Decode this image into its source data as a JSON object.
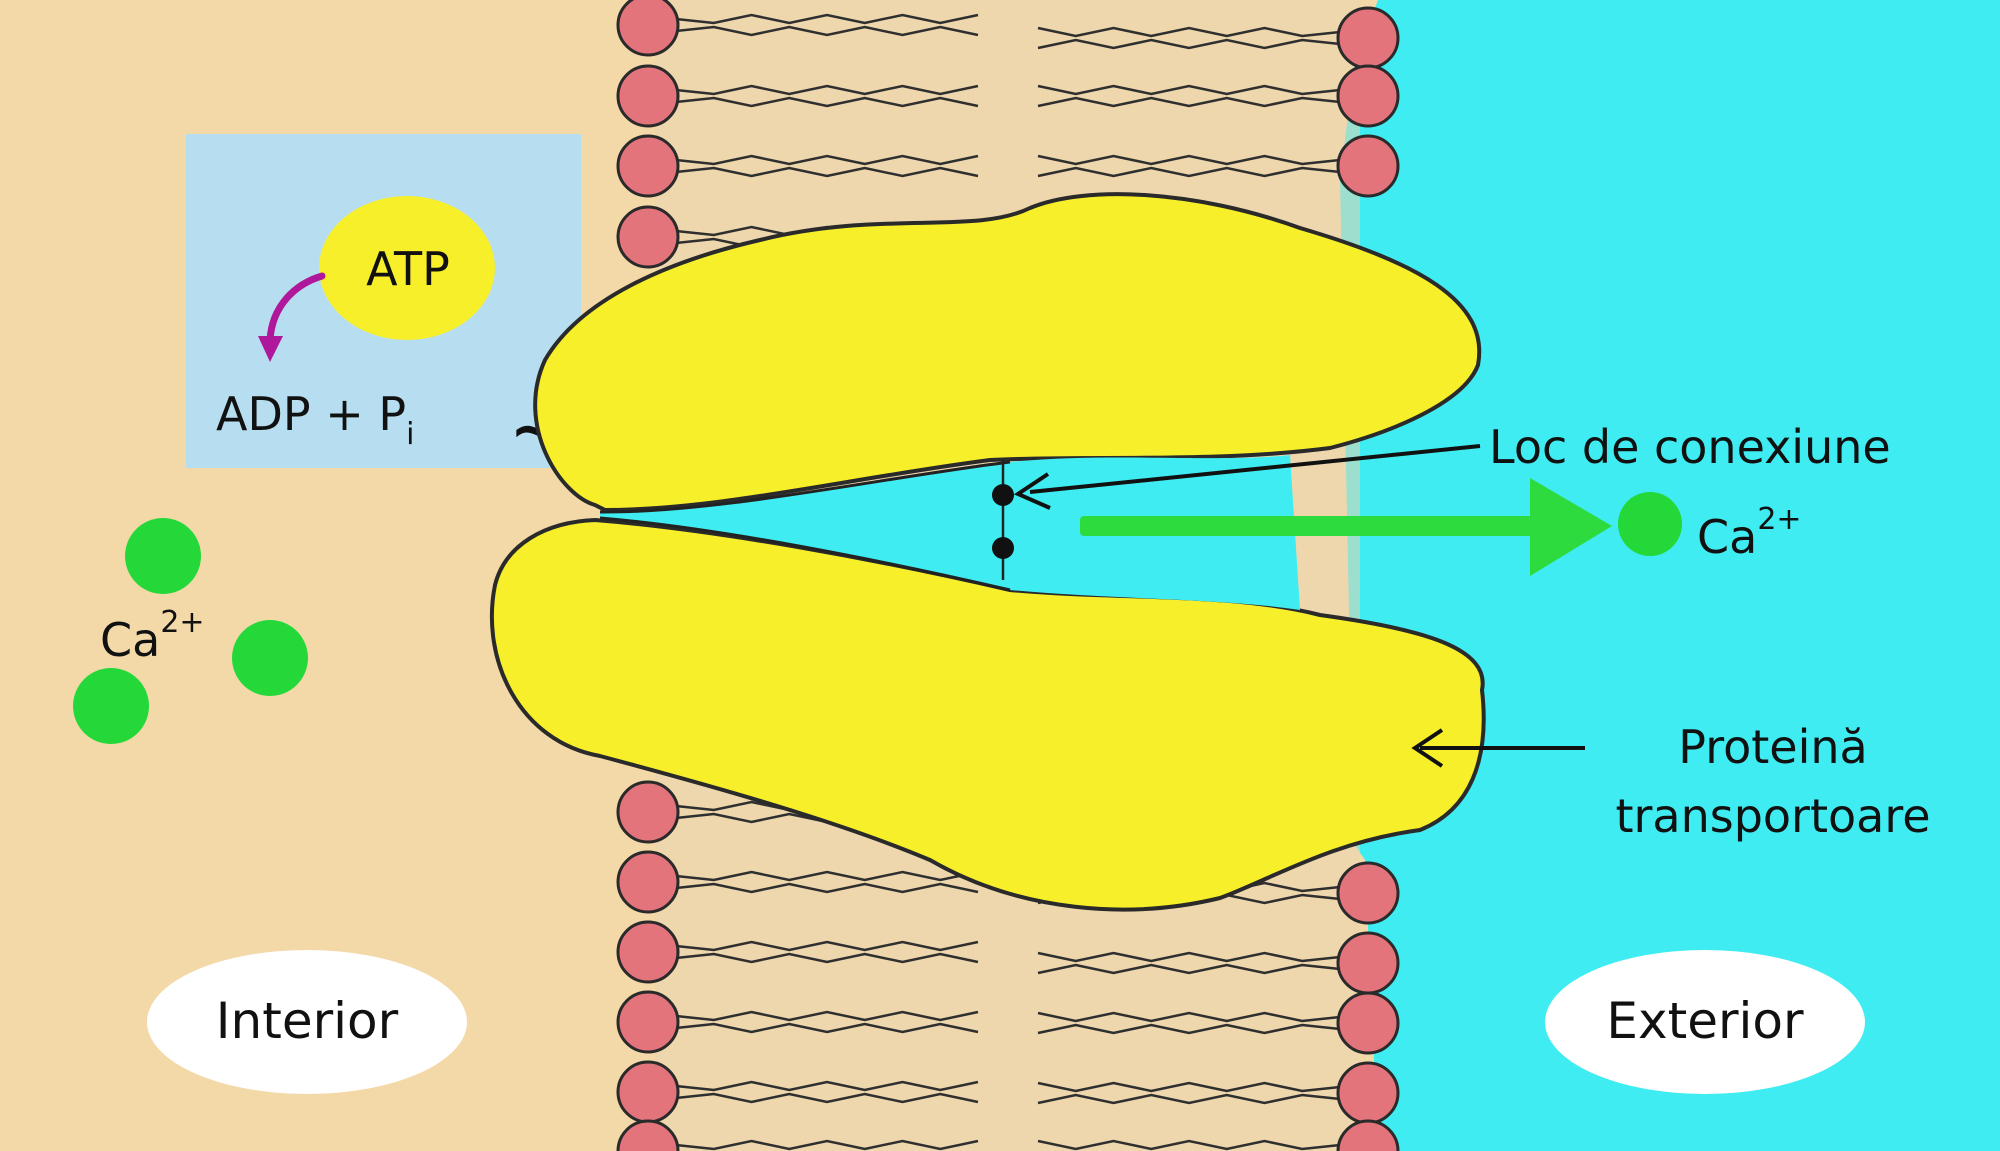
{
  "colors": {
    "interior": "#f4d9a8",
    "exterior": "#3fecf2",
    "atp_box": "#b7def0",
    "protein": "#f7ef2a",
    "calcium": "#24d83a",
    "head": "#e3747c",
    "tail": "#2f2f2f",
    "adp_arrow": "#b0189b",
    "flow_arrow": "#2edb3f"
  },
  "labels": {
    "atp": "ATP",
    "adp_main": "ADP + P",
    "adp_sub": "i",
    "tilde": "~",
    "ca_left_base": "Ca",
    "ca_left_sup": "2+",
    "ca_right_base": "Ca",
    "ca_right_sup": "2+",
    "binding_site": "Loc de conexiune",
    "carrier_line1": "Proteină",
    "carrier_line2": "transportoare",
    "interior": "Interior",
    "exterior": "Exterior"
  },
  "icons": {
    "atp_arrow": "curved-arrow-icon",
    "flow_arrow": "right-arrow-icon",
    "pointer_arrow": "left-arrow-icon"
  }
}
